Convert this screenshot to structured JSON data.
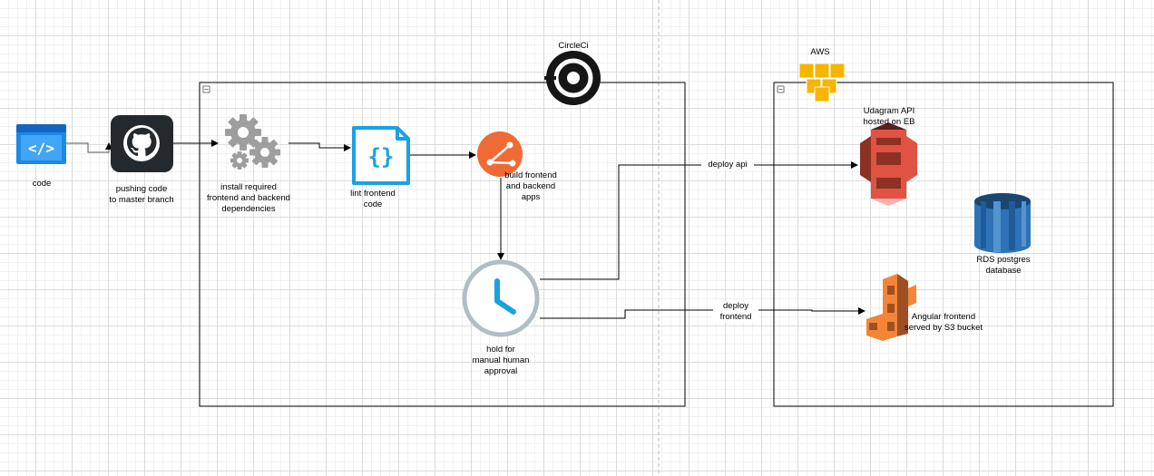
{
  "groups": {
    "circleci": {
      "title": "CircleCi"
    },
    "aws": {
      "title": "AWS"
    }
  },
  "nodes": {
    "code": {
      "label": "code",
      "icon": "code-editor-icon"
    },
    "github": {
      "label": "pushing code\nto master branch",
      "icon": "github-icon"
    },
    "install": {
      "label": "install required\nfrontend and backend\ndependencies",
      "icon": "gears-icon"
    },
    "lint": {
      "label": "lint frontend\ncode",
      "icon": "braces-icon"
    },
    "build": {
      "label": "build frontend\nand backend\napps",
      "icon": "git-branch-icon"
    },
    "hold": {
      "label": "hold for\nmanual human\napproval",
      "icon": "clock-icon"
    },
    "eb": {
      "label": "Udagram API\nhosted on EB",
      "icon": "s3-bucket-icon"
    },
    "rds": {
      "label": "RDS postgres\ndatabase",
      "icon": "rds-database-icon"
    },
    "s3": {
      "label": "Angular frontend\nserved by S3 bucket",
      "icon": "amplify-icon"
    }
  },
  "edges": {
    "deploy_api": {
      "label": "deploy api"
    },
    "deploy_frontend": {
      "label": "deploy\nfrontend"
    }
  },
  "colors": {
    "code": "#1e88e5",
    "github": "#24292e",
    "gears": "#9e9e9e",
    "lint": "#1ba1e2",
    "build": "#f06a35",
    "clock_ring": "#b0bec5",
    "clock_hand": "#1ba1e2",
    "eb": "#e05243",
    "rds": "#2e73b8",
    "s3": "#f58536",
    "aws": "#f7b500"
  }
}
